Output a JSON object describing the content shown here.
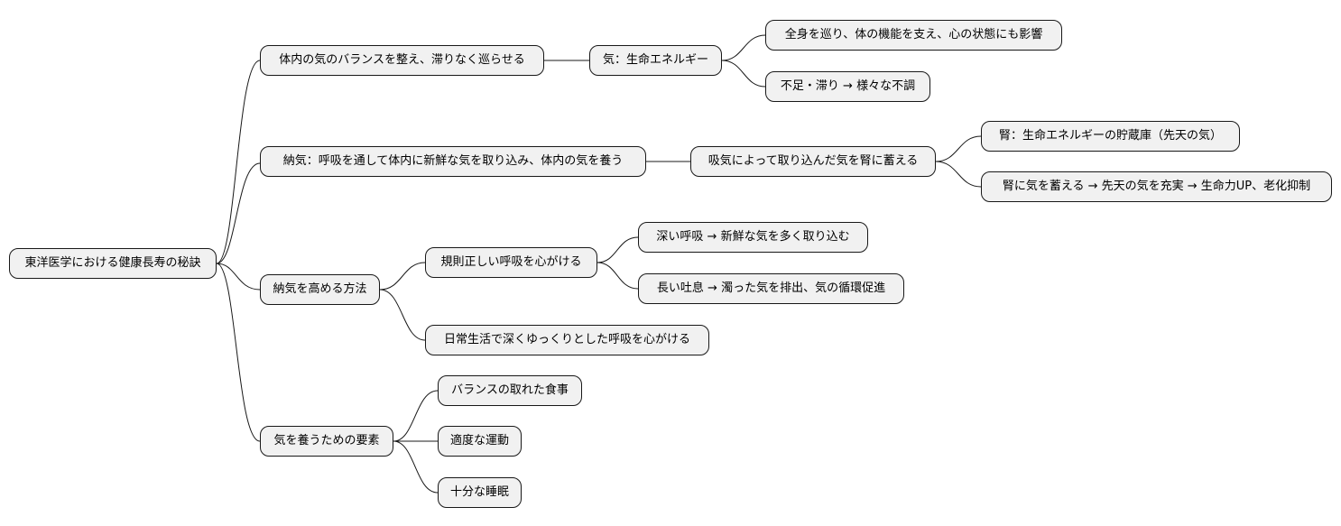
{
  "mindmap": {
    "root": "東洋医学における健康長寿の秘訣",
    "branch1": {
      "label": "体内の気のバランスを整え、滞りなく巡らせる",
      "child": "気：生命エネルギー",
      "leaves": [
        "全身を巡り、体の機能を支え、心の状態にも影響",
        "不足・滞り → 様々な不調"
      ]
    },
    "branch2": {
      "label": "納気：呼吸を通して体内に新鮮な気を取り込み、体内の気を養う",
      "child": "吸気によって取り込んだ気を腎に蓄える",
      "leaves": [
        "腎：生命エネルギーの貯蔵庫（先天の気）",
        "腎に気を蓄える → 先天の気を充実 → 生命力UP、老化抑制"
      ]
    },
    "branch3": {
      "label": "納気を高める方法",
      "child1": "規則正しい呼吸を心がける",
      "child1_leaves": [
        "深い呼吸 → 新鮮な気を多く取り込む",
        "長い吐息 → 濁った気を排出、気の循環促進"
      ],
      "child2": "日常生活で深くゆっくりとした呼吸を心がける"
    },
    "branch4": {
      "label": "気を養うための要素",
      "leaves": [
        "バランスの取れた食事",
        "適度な運動",
        "十分な睡眠"
      ]
    }
  },
  "colors": {
    "node_fill": "#f1f1f1",
    "node_border": "#181818",
    "edge": "#181818"
  }
}
